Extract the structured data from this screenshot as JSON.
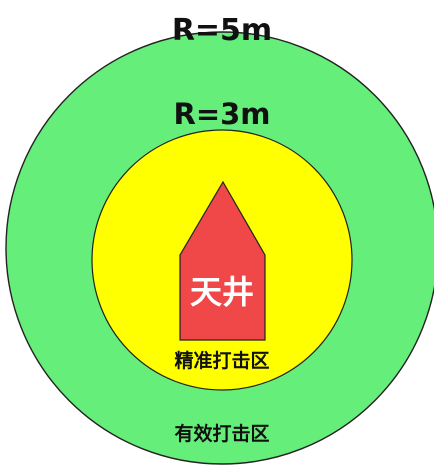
{
  "diagram": {
    "outer_zone": {
      "radius_label": "R=5m",
      "zone_label": "有效打击区",
      "fill_color": "#66ee7a",
      "stroke_color": "#222222"
    },
    "inner_zone": {
      "radius_label": "R=3m",
      "zone_label": "精准打击区",
      "fill_color": "#ffff00",
      "stroke_color": "#222222"
    },
    "house": {
      "label": "天井",
      "fill_color": "#f04848",
      "stroke_color": "#222222",
      "text_color": "#ffffff"
    }
  }
}
